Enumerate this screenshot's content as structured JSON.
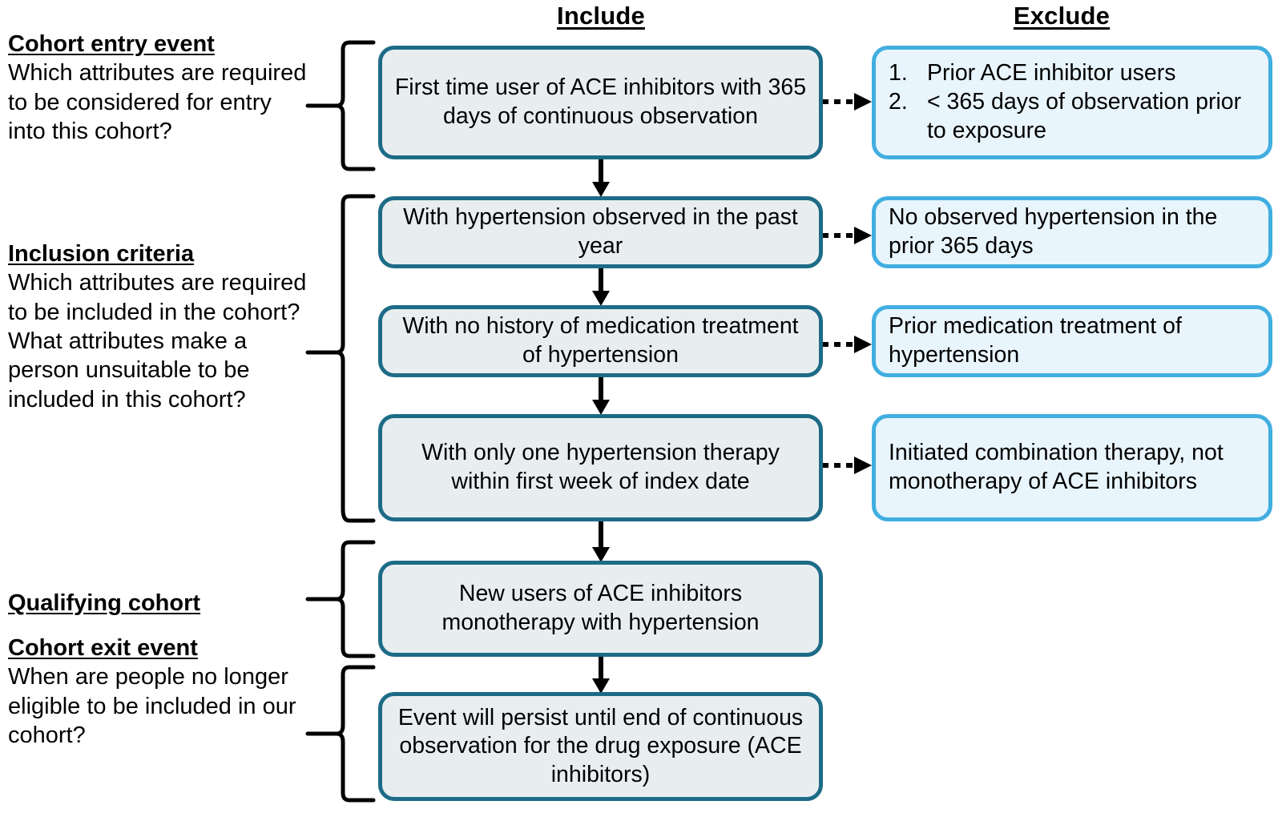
{
  "columns": {
    "include_header": "Include",
    "exclude_header": "Exclude"
  },
  "colors": {
    "include_border": "#1d6b87",
    "include_fill": "#e8eef0",
    "exclude_border": "#41aee0",
    "exclude_fill": "#e9f5fc",
    "connector": "#000000",
    "text": "#000000",
    "background": "#ffffff"
  },
  "stages": [
    {
      "title": "Cohort entry event",
      "description": "Which attributes are required to be considered for entry into this cohort?"
    },
    {
      "title": "Inclusion criteria",
      "description": "Which attributes are required to be included in the cohort? What attributes make a person unsuitable to be included in this cohort?"
    },
    {
      "title": "Qualifying cohort",
      "description": ""
    },
    {
      "title": "Cohort exit event",
      "description": "When are people no longer eligible to be included in our cohort?"
    }
  ],
  "include_nodes": [
    {
      "id": "entry",
      "text": "First time user of ACE inhibitors with 365 days of continuous observation"
    },
    {
      "id": "hypertension",
      "text": "With hypertension observed in the past year"
    },
    {
      "id": "no-history",
      "text": "With no history of medication treatment of hypertension"
    },
    {
      "id": "monotherapy",
      "text": "With only one hypertension therapy within first week of index date"
    },
    {
      "id": "qualifying",
      "text": "New users of ACE inhibitors monotherapy with hypertension"
    },
    {
      "id": "exit",
      "text": "Event will persist until end of continuous observation for the drug exposure (ACE inhibitors)"
    }
  ],
  "exclude_nodes": [
    {
      "id": "entry-exclusions",
      "items": [
        {
          "number": "1.",
          "text": "Prior ACE inhibitor users"
        },
        {
          "number": "2.",
          "text": "< 365 days of observation prior to exposure"
        }
      ]
    },
    {
      "id": "no-hypertension",
      "text": "No observed hypertension in the prior 365 days"
    },
    {
      "id": "prior-medication",
      "text": "Prior medication treatment of hypertension"
    },
    {
      "id": "combination-therapy",
      "text": "Initiated combination therapy, not monotherapy of ACE inhibitors"
    }
  ]
}
